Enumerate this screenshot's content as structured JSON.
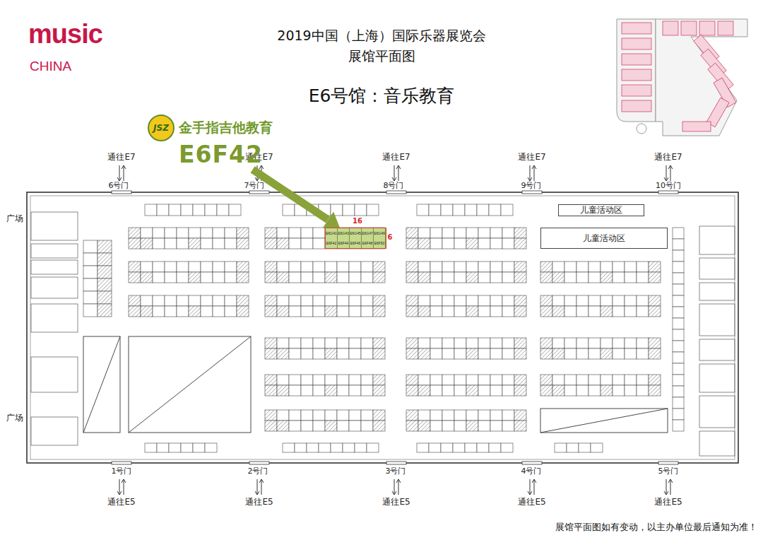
{
  "diagram": {
    "title": "2019中国（上海）国际乐器展览会 展馆平面图",
    "caption": "展馆平面图如有变动，以主办单位最后通知为准！",
    "nodes": [
      {
        "text": [
          "JSZ",
          "金手指吉他教育",
          "E6F42"
        ]
      },
      {
        "text": [
          "E6G41",
          "E6G43",
          "E6G45",
          "E6G47",
          "E6G49",
          "E6F42",
          "E6F44",
          "E6F46",
          "E6F48",
          "E6F50"
        ]
      },
      {
        "text": [
          "儿童活动区"
        ]
      },
      {
        "text": [
          "儿童活动区"
        ]
      }
    ],
    "edges": [
      {
        "from": 0,
        "to": 1,
        "arrow": "to"
      }
    ],
    "labels": [
      "music",
      "CHINA",
      "E6号馆：音乐教育",
      "通往E7",
      "通往E7",
      "通往E7",
      "通往E7",
      "通往E7",
      "6号门",
      "7号门",
      "8号门",
      "9号门",
      "10号门",
      "16",
      "6",
      "广场",
      "广场",
      "1号门",
      "2号门",
      "3号门",
      "4号门",
      "5号门",
      "通往E5",
      "通往E5",
      "通往E5",
      "通往E5",
      "通往E5"
    ]
  }
}
